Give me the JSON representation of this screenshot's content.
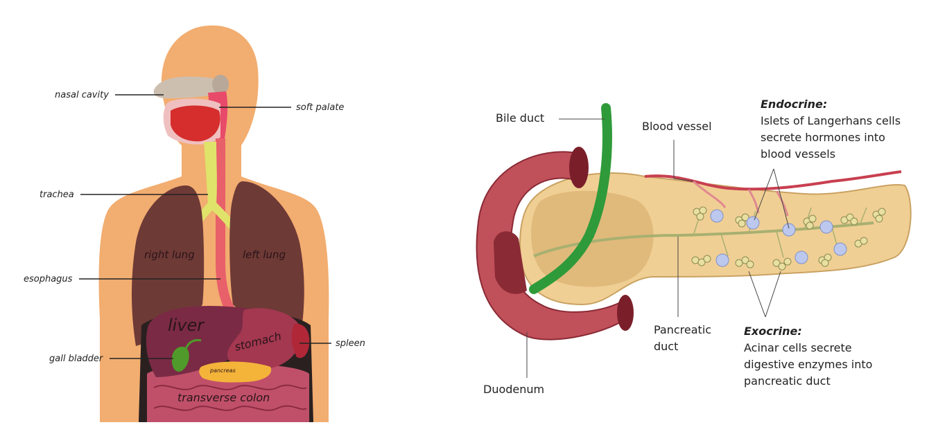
{
  "left_diagram": {
    "labels": {
      "nasal_cavity": "nasal cavity",
      "soft_palate": "soft palate",
      "trachea": "trachea",
      "esophagus": "esophagus",
      "gall_bladder": "gall bladder",
      "spleen": "spleen"
    },
    "organ_labels": {
      "right_lung": "right lung",
      "left_lung": "left lung",
      "liver": "liver",
      "stomach": "stomach",
      "pancreas": "pancreas",
      "transverse_colon": "transverse colon"
    },
    "colors": {
      "skin": "#f2ad70",
      "lung": "#6e3a36",
      "liver": "#7a2a45",
      "stomach": "#a33850",
      "intestine": "#c0506a",
      "trachea": "#dfe36a",
      "esophagus": "#e8606a",
      "gall_bladder": "#4f9a2a",
      "pancreas": "#f4b43a"
    }
  },
  "right_diagram": {
    "labels": {
      "bile_duct": "Bile duct",
      "blood_vessel": "Blood vessel",
      "endocrine_title": "Endocrine:",
      "endocrine_line1": "Islets of Langerhans cells",
      "endocrine_line2": "secrete hormones into",
      "endocrine_line3": "blood vessels",
      "pancreatic_duct_line1": "Pancreatic",
      "pancreatic_duct_line2": "duct",
      "exocrine_title": "Exocrine:",
      "exocrine_line1": "Acinar cells secrete",
      "exocrine_line2": "digestive enzymes into",
      "exocrine_line3": "pancreatic duct",
      "duodenum": "Duodenum"
    },
    "colors": {
      "duodenum": "#c0505a",
      "pancreas": "#f0cf94",
      "bile_duct": "#2f9a3a",
      "islet": "#bcc8ee",
      "vessel": "#c84050"
    }
  }
}
